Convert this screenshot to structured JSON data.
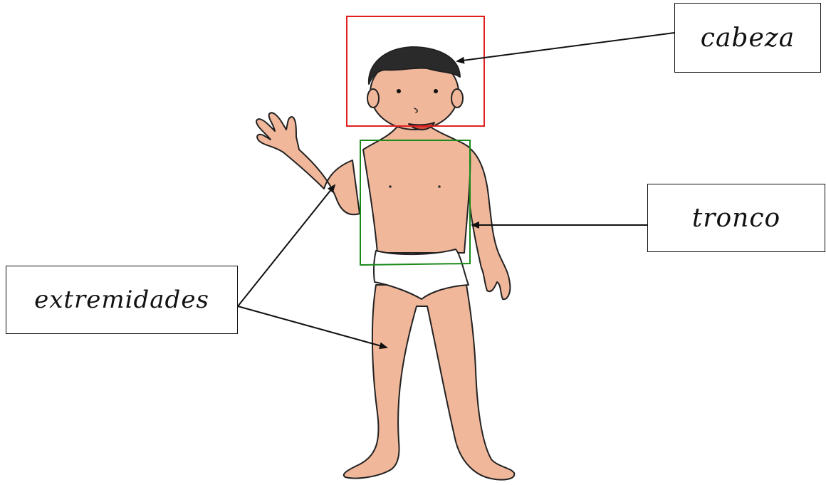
{
  "labels": {
    "head": "cabeza",
    "torso": "tronco",
    "limbs": "extremidades"
  },
  "colors": {
    "head_box": "#e02020",
    "torso_box": "#1a8a1a",
    "skin": "#f1b79a",
    "skin_shade": "#e2956f",
    "hair": "#2a2a2a",
    "underwear": "#ffffff",
    "outline": "#111111"
  }
}
